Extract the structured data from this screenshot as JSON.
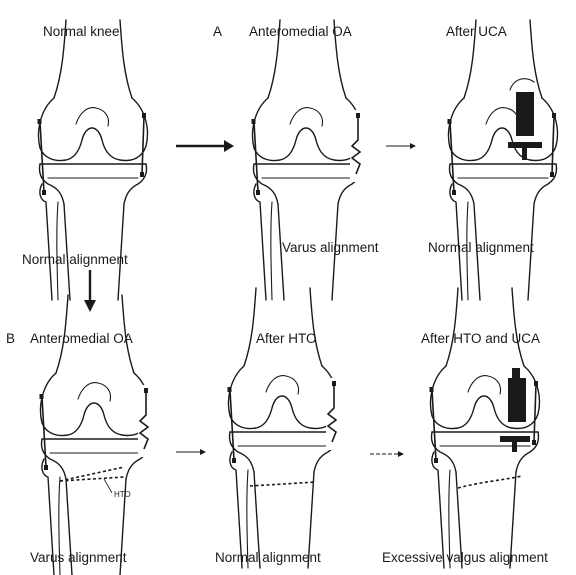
{
  "labels": {
    "normal_knee": "Normal knee",
    "panel_a": "A",
    "a_anteromedial_oa": "Anteromedial OA",
    "a_after_uca": "After UCA",
    "normal_alignment_1": "Normal alignment",
    "varus_alignment_1": "Varus alignment",
    "normal_alignment_2": "Normal alignment",
    "panel_b": "B",
    "b_anteromedial_oa": "Anteromedial OA",
    "b_after_hto": "After HTO",
    "b_after_hto_uca": "After HTO and UCA",
    "varus_alignment_2": "Varus alignment",
    "normal_alignment_3": "Normal alignment",
    "excessive_valgus": "Excessive valgus alignment",
    "hto_note": "HTO"
  }
}
